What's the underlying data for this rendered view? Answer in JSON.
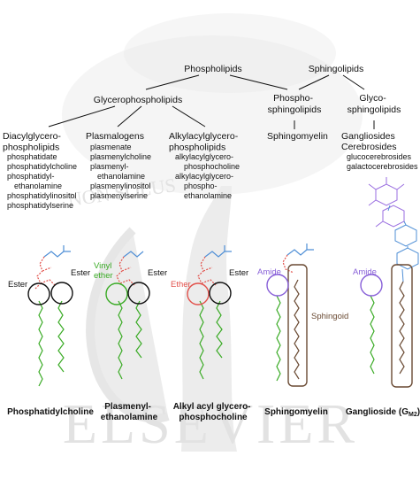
{
  "watermark": {
    "publisher": "ELSEVIER",
    "motto": "NON SOLUS"
  },
  "hierarchy": {
    "phospholipids": "Phospholipids",
    "sphingolipids": "Sphingolipids",
    "glycerophospholipids": "Glycerophospholipids",
    "phosphosphingolipids": [
      "Phospho-",
      "sphingolipids"
    ],
    "glycosphingolipids": [
      "Glyco-",
      "sphingolipids"
    ]
  },
  "subclasses": {
    "diacyl": {
      "heading": [
        "Diacylglycero-",
        "phospholipids"
      ],
      "members": [
        "phosphatidate",
        "phosphatidylcholine",
        "phosphatidyl-",
        "ethanolamine",
        "phosphatidylinositol",
        "phosphatidylserine"
      ]
    },
    "plasmalogens": {
      "heading": [
        "Plasmalogens"
      ],
      "members": [
        "plasmenate",
        "plasmenylcholine",
        "plasmenyl-",
        "ethanolamine",
        "plasmenylinositol",
        "plasmenylserine"
      ]
    },
    "alkylacyl": {
      "heading": [
        "Alkylacylglycero-",
        "phospholipids"
      ],
      "members": [
        "alkylacylglycero-",
        "phosphocholine",
        "alkylacylglycero-",
        "phospho-",
        "ethanolamine"
      ]
    },
    "sphingomyelin": {
      "heading": [
        "Sphingomyelin"
      ]
    },
    "glyco": {
      "heading": [
        "Gangliosides",
        "Cerebrosides"
      ],
      "members": [
        "glucocerebrosides",
        "galactocerebrosides"
      ]
    }
  },
  "bond_labels": {
    "ester": "Ester",
    "vinyl_ether": [
      "Vinyl",
      "ether"
    ],
    "ether": "Ether",
    "amide": "Amide",
    "sphingoid": "Sphingoid"
  },
  "molecules": [
    {
      "label": [
        "Phosphatidylcholine"
      ]
    },
    {
      "label": [
        "Plasmenyl-",
        "ethanolamine"
      ]
    },
    {
      "label": [
        "Alkyl acyl glycero-",
        "phosphocholine"
      ]
    },
    {
      "label": [
        "Sphingomyelin"
      ]
    },
    {
      "label": [
        "Ganglioside (G",
        "M2",
        ")"
      ]
    }
  ],
  "colors": {
    "chain": "#3aab25",
    "headgroup": "#4f8fd6",
    "phosphate": "#e2504a",
    "vinyl_ether": "#3aab25",
    "ether": "#e2504a",
    "amide": "#8860d8",
    "sphingoid_box": "#6a4a33",
    "sugar": "#9a6ee0",
    "text": "#111111",
    "watermark": "#e2e2e2"
  }
}
